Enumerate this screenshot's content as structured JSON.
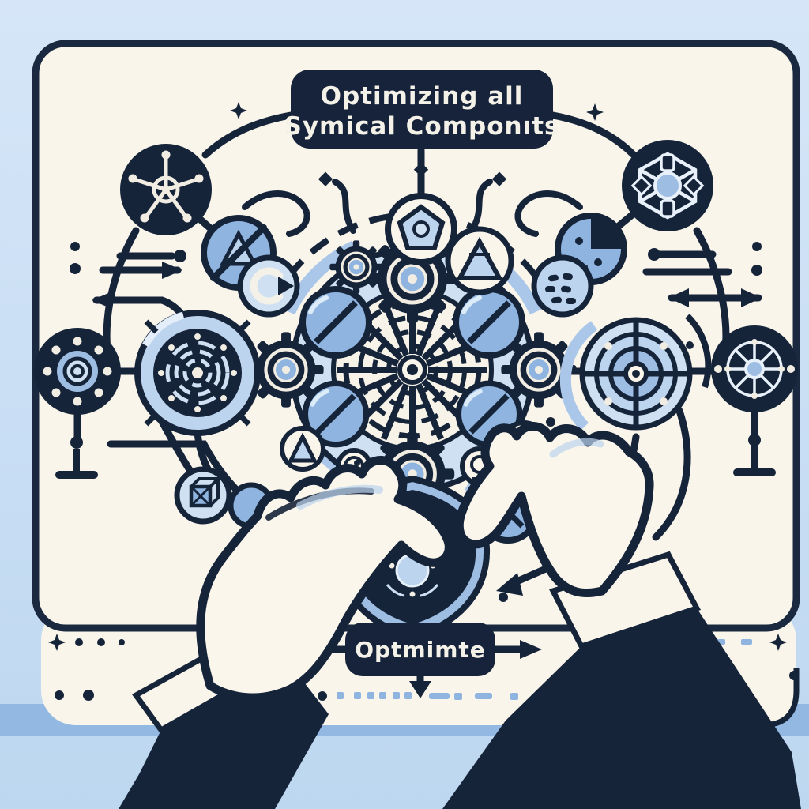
{
  "illustration": {
    "title_box": {
      "line1": "Optimizing all",
      "line2": "Symical Componıts"
    },
    "action_box": {
      "label": "Optmimte"
    },
    "palette": {
      "navy": "#16243a",
      "cream": "#f9f5eb",
      "sky_background": "#cfe2f6",
      "band_blue": "#93b9e2",
      "mid_blue": "#8fb4df",
      "light_blue": "#bcd4ee",
      "pale_blue": "#e8f1fa"
    },
    "nodes": [
      "hub-network-node",
      "lattice-web-node",
      "lens-dot-node",
      "spoke-wheel-node",
      "speaker-dial",
      "target-dial",
      "no-triangle-badge",
      "c-badge",
      "pie-face-badge",
      "dots-badge",
      "cube-badge",
      "flask-triangle-badge",
      "hex-gear",
      "gear-mandala",
      "shield-emblem",
      "ground-pin-left",
      "ground-pin-right",
      "left-hand",
      "right-hand"
    ]
  }
}
